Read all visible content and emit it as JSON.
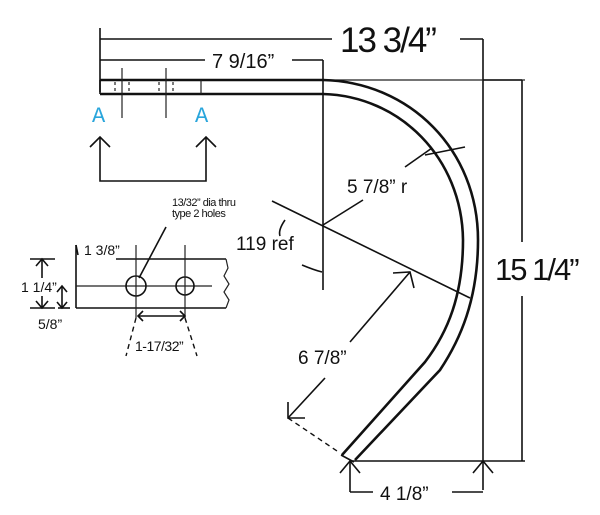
{
  "drawing": {
    "type": "bent tube / pipe technical drawing",
    "dimensions": {
      "overall_width": "13 3/4”",
      "straight_top_length": "7 9/16”",
      "bend_radius": "5 7/8” r",
      "bend_angle": "119 ref",
      "overall_height": "15 1/4”",
      "angled_leg_length": "6 7/8”",
      "bottom_offset": "4 1/8”"
    },
    "section_markers": {
      "left": "A",
      "right": "A",
      "color": "#2aa6dc"
    },
    "detail": {
      "hole_note_line1": "13/32” dia thru",
      "hole_note_line2": "type 2 holes",
      "first_hole_offset": "1 3/8”",
      "width": "1 1/4”",
      "hole_center_height": "5/8”",
      "hole_spacing": "1-17/32”"
    }
  }
}
